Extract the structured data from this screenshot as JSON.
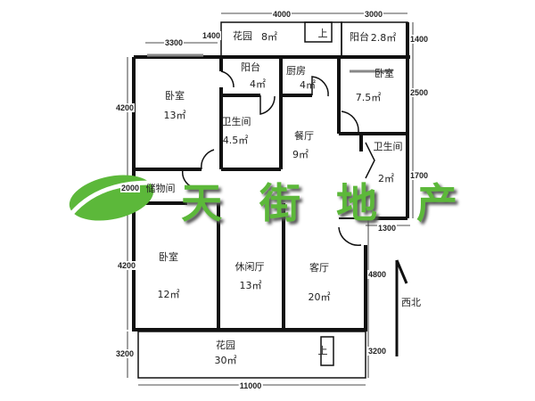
{
  "rooms": {
    "garden_top": {
      "name": "花园",
      "area": "8㎡"
    },
    "stairs_top": "上",
    "balcony_right": {
      "name": "阳台",
      "area": "2.8㎡"
    },
    "bedroom_nw": {
      "name": "卧室",
      "area": "13㎡"
    },
    "balcony_mid": {
      "name": "阳台",
      "area": "4㎡"
    },
    "kitchen": {
      "name": "厨房",
      "area": "4㎡"
    },
    "bedroom_ne": {
      "name": "卧室",
      "area": "7.5㎡"
    },
    "bathroom_mid": {
      "name": "卫生间",
      "area": "4.5㎡"
    },
    "dining": {
      "name": "餐厅",
      "area": "9㎡"
    },
    "bathroom_e": {
      "name": "卫生间",
      "area": "2㎡"
    },
    "storage": {
      "name": "储物间"
    },
    "bedroom_sw": {
      "name": "卧室",
      "area": "12㎡"
    },
    "lounge": {
      "name": "休闲厅",
      "area": "13㎡"
    },
    "living": {
      "name": "客厅",
      "area": "20㎡"
    },
    "garden_bottom": {
      "name": "花园",
      "area": "30㎡"
    },
    "stairs_bottom": "上"
  },
  "dimensions": {
    "top_4000": "4000",
    "top_3000": "3000",
    "top_3300": "3300",
    "left_1400": "1400",
    "right_1400": "1400",
    "left_4200_top": "4200",
    "left_2000": "2000",
    "left_4200_bottom": "4200",
    "left_3200": "3200",
    "right_2500": "2500",
    "right_1700": "1700",
    "right_1300": "1300",
    "right_4800": "4800",
    "right_3200": "3200",
    "bottom_11000": "11000"
  },
  "compass": "西北",
  "logo": {
    "chars": [
      "天",
      "街",
      "地",
      "产"
    ],
    "color": "#5cb83a"
  }
}
